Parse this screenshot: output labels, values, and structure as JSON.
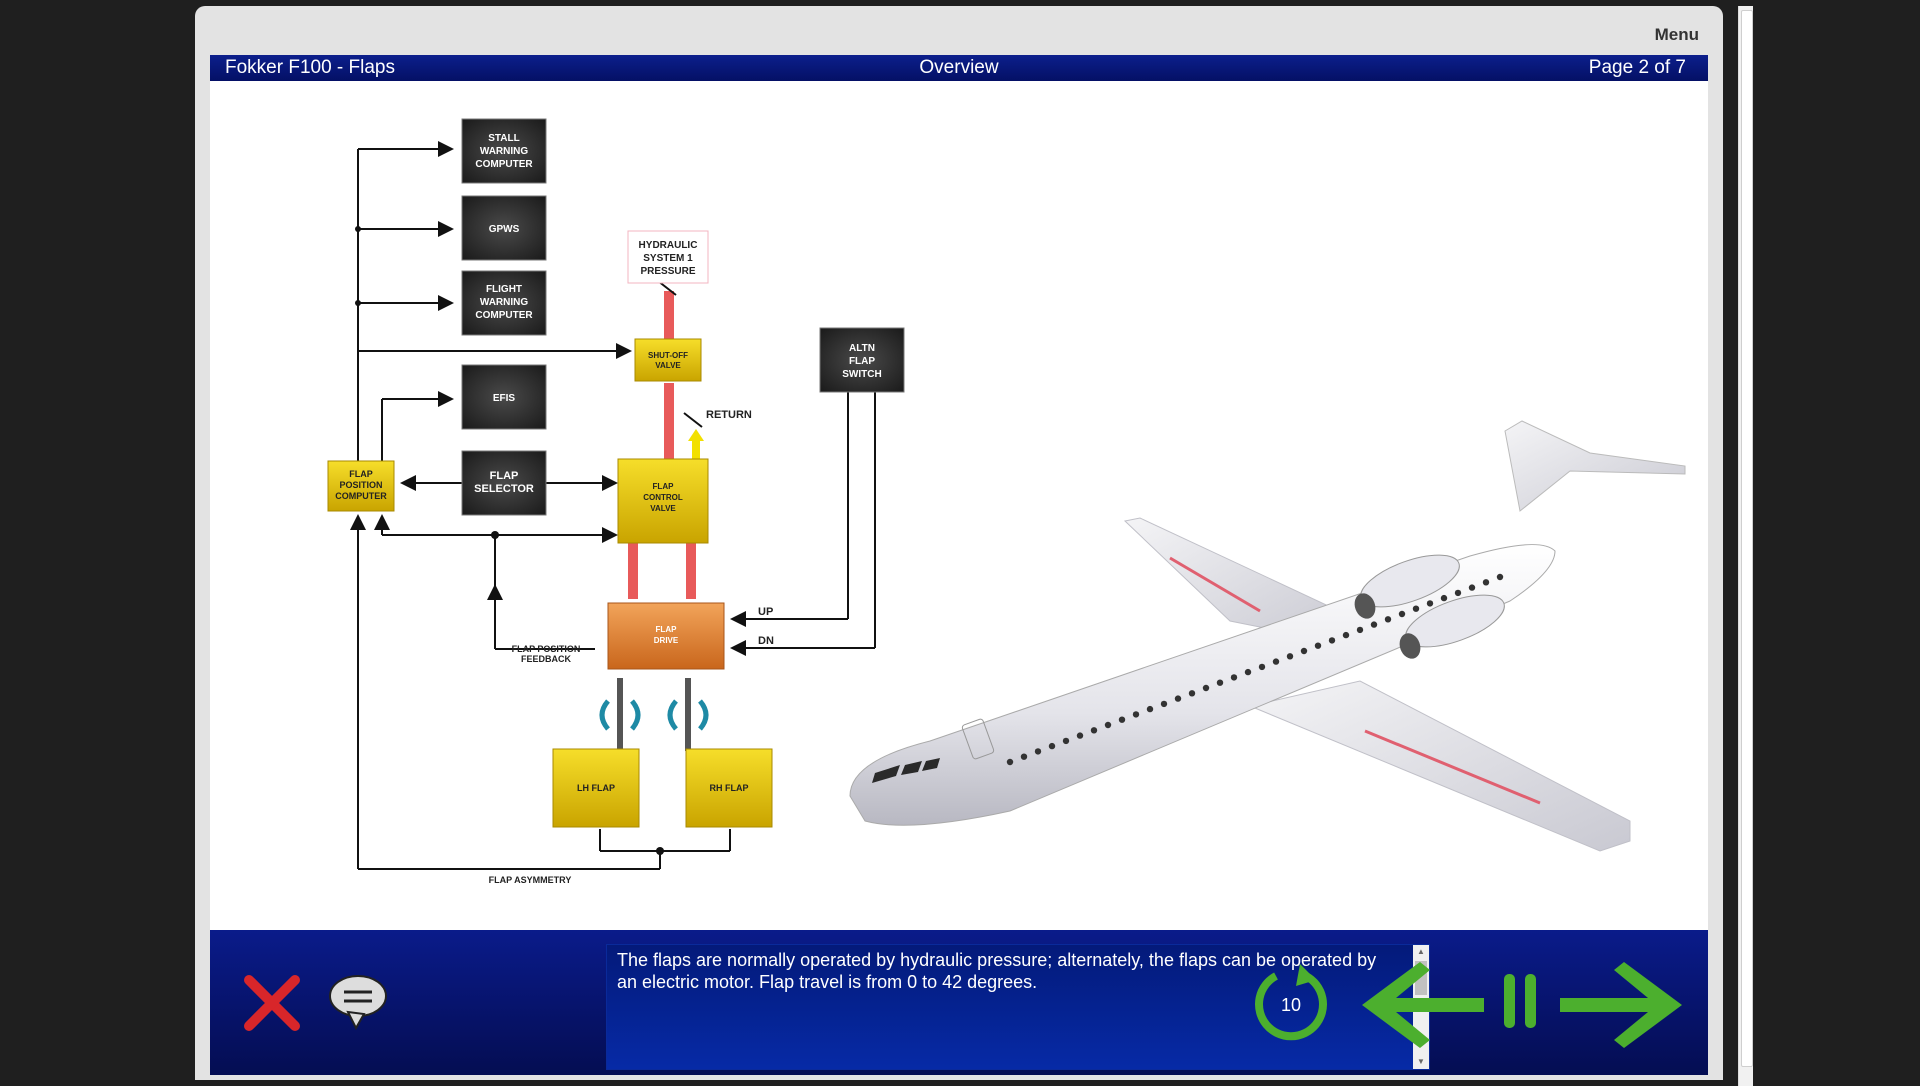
{
  "header": {
    "menu_label": "Menu"
  },
  "titlebar": {
    "course_title": "Fokker F100 - Flaps",
    "section_title": "Overview",
    "page_indicator": "Page 2 of 7"
  },
  "diagram": {
    "stall_warning": [
      "STALL",
      "WARNING",
      "COMPUTER"
    ],
    "gpws": [
      "GPWS"
    ],
    "flight_warning": [
      "FLIGHT",
      "WARNING",
      "COMPUTER"
    ],
    "efis": [
      "EFIS"
    ],
    "flap_selector": [
      "FLAP",
      "SELECTOR"
    ],
    "flap_position_computer": [
      "FLAP",
      "POSITION",
      "COMPUTER"
    ],
    "hydraulic_pressure": [
      "HYDRAULIC",
      "SYSTEM 1",
      "PRESSURE"
    ],
    "shutoff_valve": [
      "SHUT-OFF",
      "VALVE"
    ],
    "return_label": "RETURN",
    "flap_control_valve": [
      "FLAP",
      "CONTROL",
      "VALVE"
    ],
    "altn_flap_switch": [
      "ALTN",
      "FLAP",
      "SWITCH"
    ],
    "flap_drive": [
      "FLAP",
      "DRIVE"
    ],
    "up_label": "UP",
    "dn_label": "DN",
    "flap_position_feedback": [
      "FLAP POSITION",
      "FEEDBACK"
    ],
    "lh_flap": [
      "LH FLAP"
    ],
    "rh_flap": [
      "RH FLAP"
    ],
    "flap_asymmetry": "FLAP ASYMMETRY",
    "colors": {
      "dark_box": "#2a2a2a",
      "yellow": "#e8c400",
      "orange": "#e07a28",
      "hydraulic_red": "#e85a5a",
      "return_yellow": "#f2e000"
    }
  },
  "narration": {
    "text": "The flaps are normally operated by hydraulic pressure; alternately, the flaps can be operated by an electric motor. Flap travel is from 0 to 42 degrees."
  },
  "controls": {
    "close_icon": "close-icon",
    "chat_icon": "speech-bubble-icon",
    "replay_label": "10",
    "replay_icon": "replay-icon",
    "back_icon": "back-arrow-icon",
    "pause_icon": "pause-icon",
    "next_icon": "next-arrow-icon",
    "accent": "#4caf2e"
  }
}
